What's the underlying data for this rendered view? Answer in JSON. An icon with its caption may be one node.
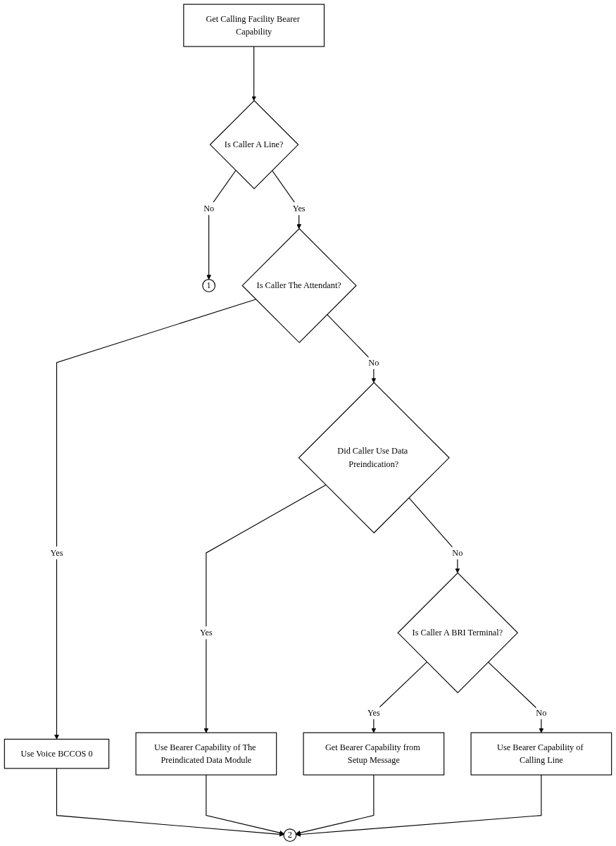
{
  "diagram": {
    "nodes": [
      {
        "text": [
          "Get Calling Facility Bearer Capability"
        ]
      },
      {
        "text": [
          "Is Caller A Line?"
        ]
      },
      {
        "text": [
          "1"
        ]
      },
      {
        "text": [
          "Is Caller The Attendant?"
        ]
      },
      {
        "text": [
          "Use Voice BCCOS 0"
        ]
      },
      {
        "text": [
          "Did Caller Use Data Preindication?"
        ]
      },
      {
        "text": [
          "Use Bearer Capability of The Preindicated Data Module"
        ]
      },
      {
        "text": [
          "Is Caller A BRI Terminal?"
        ]
      },
      {
        "text": [
          "Get Bearer Capability from Setup Message"
        ]
      },
      {
        "text": [
          "Use Bearer Capability of Calling Line"
        ]
      },
      {
        "text": [
          "2"
        ]
      }
    ],
    "edges": [
      {
        "from": 0,
        "to": 1,
        "arrow": "to"
      },
      {
        "from": 1,
        "to": 2,
        "arrow": "to",
        "label": "No"
      },
      {
        "from": 1,
        "to": 3,
        "arrow": "to",
        "label": "Yes"
      },
      {
        "from": 3,
        "to": 4,
        "arrow": "to",
        "label": "Yes"
      },
      {
        "from": 3,
        "to": 5,
        "arrow": "to",
        "label": "No"
      },
      {
        "from": 5,
        "to": 6,
        "arrow": "to",
        "label": "Yes"
      },
      {
        "from": 5,
        "to": 7,
        "arrow": "to",
        "label": "No"
      },
      {
        "from": 7,
        "to": 8,
        "arrow": "to",
        "label": "Yes"
      },
      {
        "from": 7,
        "to": 9,
        "arrow": "to",
        "label": "No"
      },
      {
        "from": 9,
        "to": 10,
        "arrow": "to"
      },
      {
        "from": 4,
        "to": 10,
        "arrow": "to"
      },
      {
        "from": 6,
        "to": 10,
        "arrow": "to"
      },
      {
        "from": 8,
        "to": 10,
        "arrow": "to"
      }
    ]
  }
}
